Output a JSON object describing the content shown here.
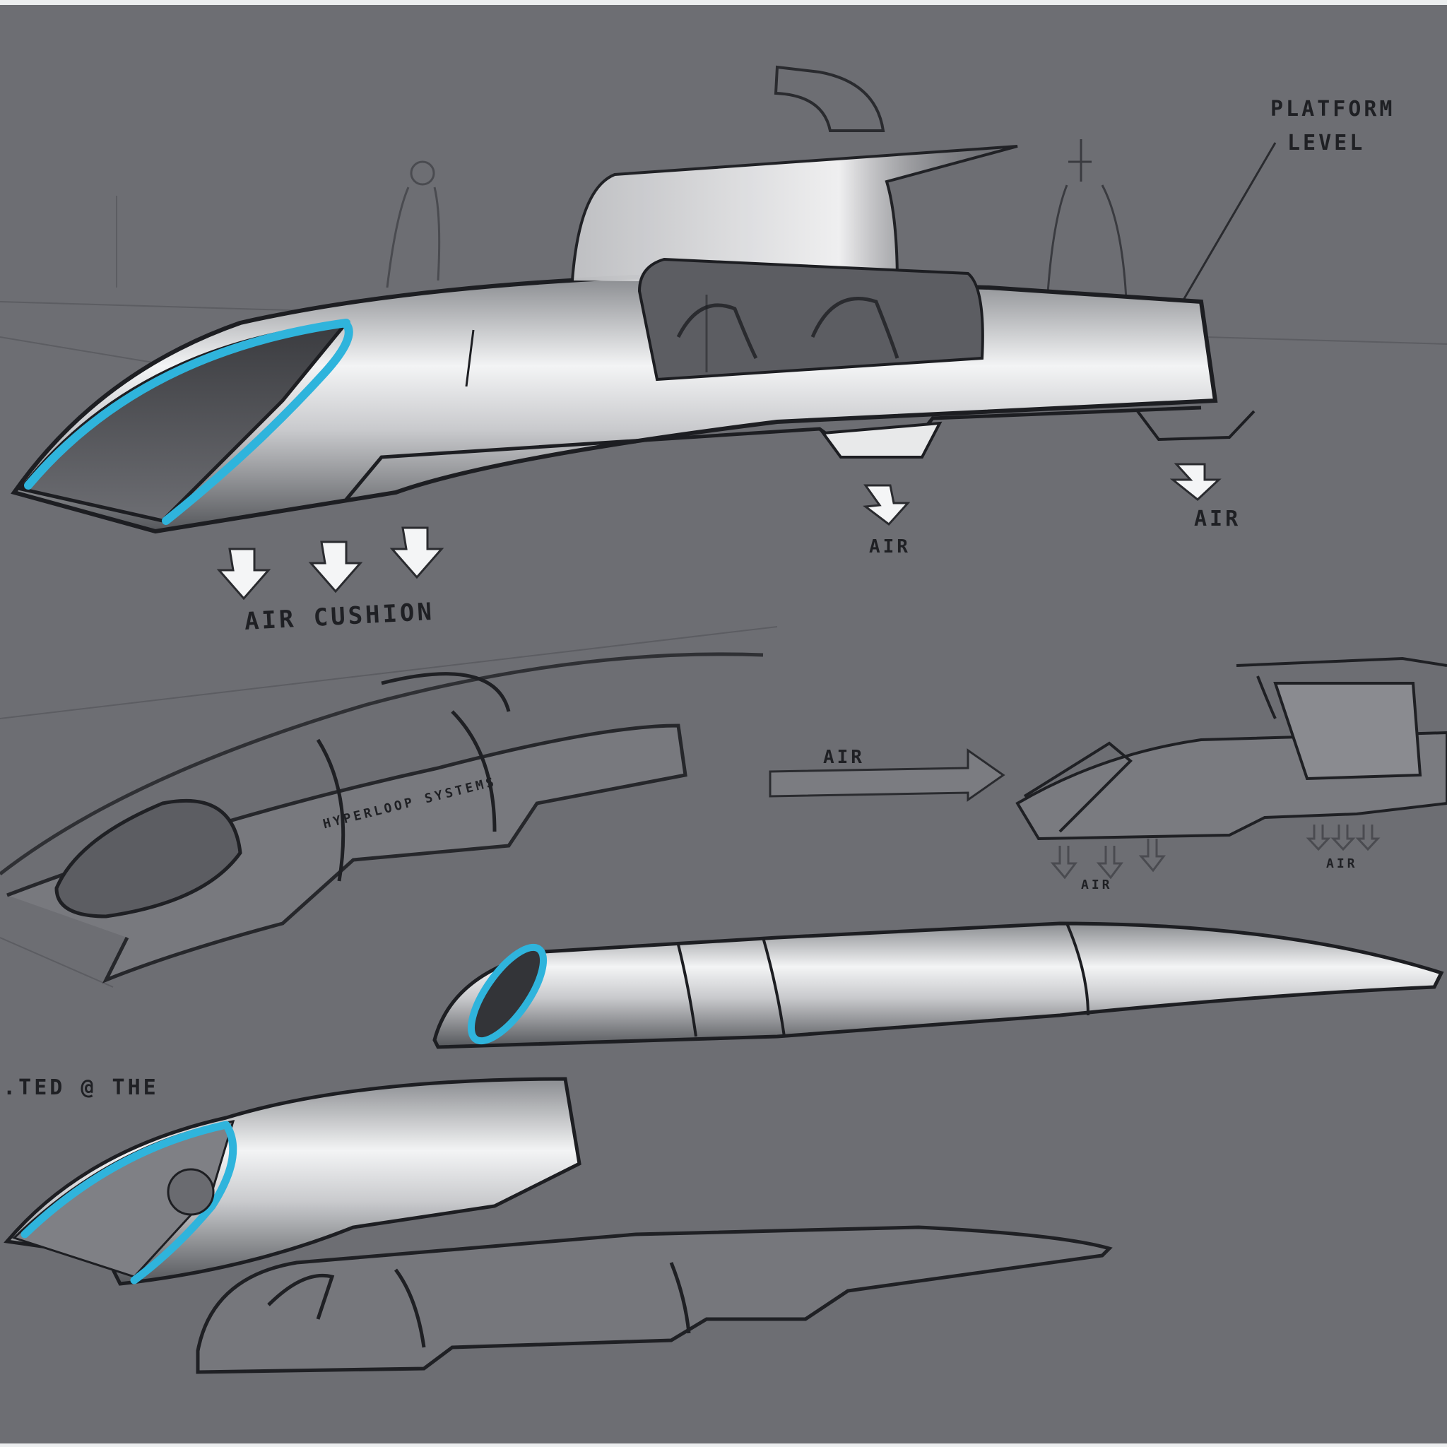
{
  "sketch": {
    "subject": "Hyperloop passenger pod concept sketches",
    "background_color": "#6d6e73",
    "accent_color": "#2fb4dc",
    "line_color": "#1f2024",
    "highlight_color": "#f4f5f6"
  },
  "annotations": {
    "platform_level_line1": "PLATFORM",
    "platform_level_line2": "LEVEL",
    "air_cushion": "AIR CUSHION",
    "air_top_mid": "AIR",
    "air_top_right": "AIR",
    "air_flow_arrow": "AIR",
    "air_small_left": "AIR",
    "air_small_right": "AIR",
    "pod_side_text": "HYPERLOOP SYSTEMS",
    "partial_note": "...TED @ THE"
  },
  "pods": [
    {
      "id": "pod-main-top",
      "label": "Main pod with open cabin door"
    },
    {
      "id": "pod-wireframe-mid",
      "label": "Wireframe pod with HYPERLOOP SYSTEMS marking"
    },
    {
      "id": "pod-small-right",
      "label": "Small pod with air inflow diagram"
    },
    {
      "id": "pod-long-side",
      "label": "Long pod side view"
    },
    {
      "id": "pod-front-bottom",
      "label": "Front three-quarter pod"
    },
    {
      "id": "pod-outline-bottom",
      "label": "Outline pod sketch"
    }
  ]
}
